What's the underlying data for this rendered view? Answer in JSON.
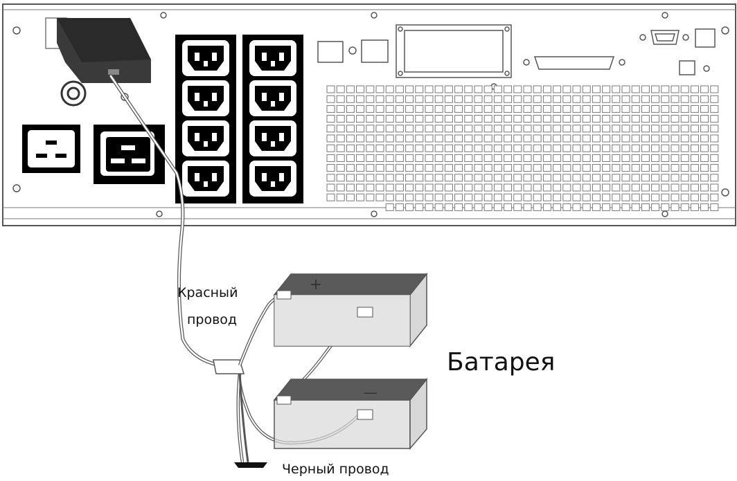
{
  "labels": {
    "red_wire_line1": "Красный",
    "red_wire_line2": "провод",
    "battery": "Батарея",
    "black_wire": "Черный провод"
  },
  "battery_terminals": {
    "positive": "+",
    "negative": "—"
  },
  "colors": {
    "outline": "#555555",
    "outlet_fill": "#000000",
    "battery_top": "#5a5a5a",
    "battery_side": "#d8d8d8",
    "plug_cover": "#3a3a3a"
  }
}
